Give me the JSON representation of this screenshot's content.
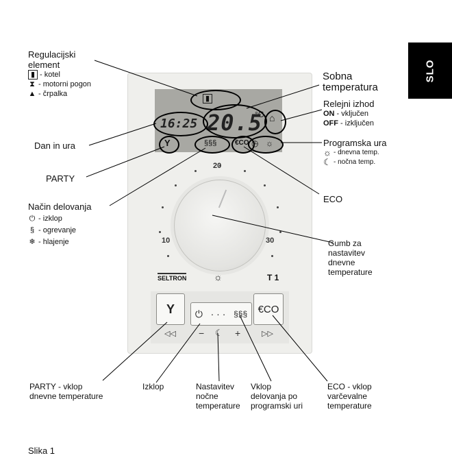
{
  "tab_label": "SLO",
  "display": {
    "time": "16:25",
    "temperature": "20.5",
    "unit": "°C"
  },
  "dial_scale": {
    "min": "10",
    "mid": "20",
    "max": "30"
  },
  "brand": "SELTRON",
  "model": "T 1",
  "button_icons": {
    "party": "cocktail-glass-icon",
    "power": "power-icon",
    "heating": "heating-icon",
    "eco": "€CO",
    "sun": "sun-icon",
    "moon": "moon-icon",
    "clock": "clock-icon"
  },
  "controls": {
    "rewind": "◁◁",
    "forward": "▷▷",
    "minus": "−",
    "plus": "+"
  },
  "labels": {
    "regulacijski_title": "Regulacijski",
    "regulacijski_title2": "element",
    "kotel": "- kotel",
    "motorni": "- motorni pogon",
    "crpalka": "- črpalka",
    "dan_in_ura": "Dan in ura",
    "party": "PARTY",
    "nacin_title": "Način delovanja",
    "izklop": "- izklop",
    "ogrevanje": "- ogrevanje",
    "hlajenje": "- hlajenje",
    "sobna": "Sobna",
    "sobna2": "temperatura",
    "relejni_title": "Relejni izhod",
    "on_key": "ON",
    "on_val": " - vključen",
    "off_key": "OFF",
    "off_val": " - izključen",
    "programska_title": "Programska ura",
    "dnevna_temp": "- dnevna temp.",
    "nocna_temp": "- nočna temp.",
    "eco": "ECO",
    "gumb1": "Gumb za",
    "gumb2": "nastavitev",
    "gumb3": "dnevne",
    "gumb4": "temperature",
    "party_vklop1": "PARTY - vklop",
    "party_vklop2": "dnevne temperature",
    "izklop_bottom": "Izklop",
    "nastavitev1": "Nastavitev",
    "nastavitev2": "nočne",
    "nastavitev3": "temperature",
    "vklop1": "Vklop",
    "vklop2": "delovanja po",
    "vklop3": "programski uri",
    "eco_vklop1": "ECO - vklop",
    "eco_vklop2": "varčevalne",
    "eco_vklop3": "temperature",
    "caption": "Slika 1"
  }
}
